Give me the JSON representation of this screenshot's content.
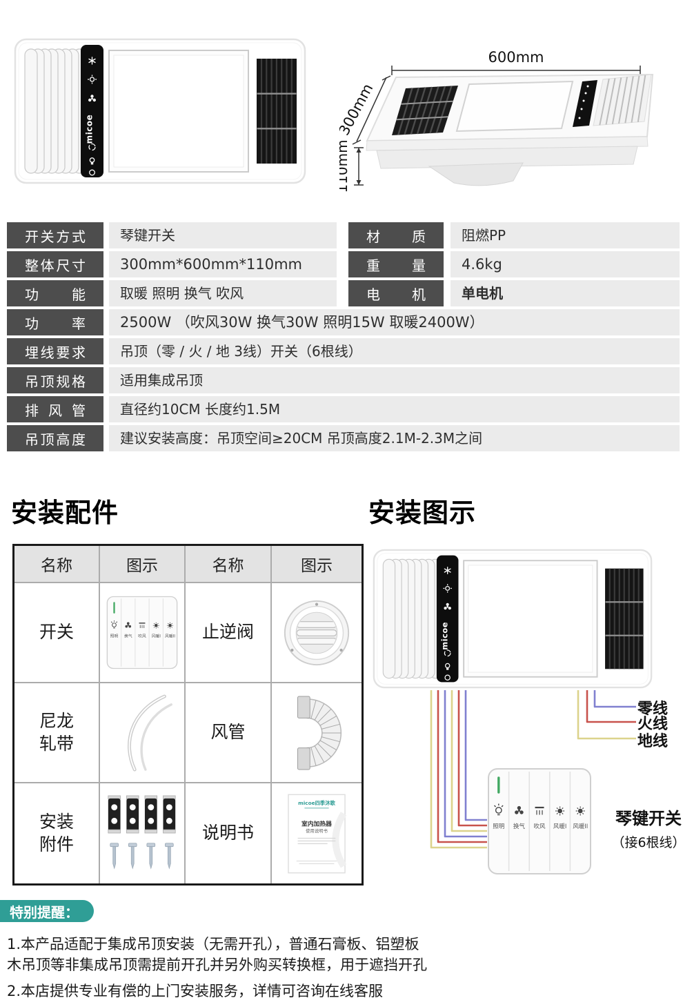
{
  "brand": "micoe",
  "dims": {
    "width": "600mm",
    "depth": "300mm",
    "height": "110mm"
  },
  "spec": {
    "r1l": {
      "label": "开关方式",
      "value": "琴键开关"
    },
    "r1r": {
      "label": "材质",
      "value": "阻燃PP"
    },
    "r2l": {
      "label": "整体尺寸",
      "value": "300mm*600mm*110mm"
    },
    "r2r": {
      "label": "重量",
      "value": "4.6kg"
    },
    "r3l": {
      "label": "功能",
      "value": "取暖 照明 换气 吹风"
    },
    "r3r": {
      "label": "电机",
      "value": "单电机"
    },
    "r4": {
      "label": "功率",
      "value": "2500W （吹风30W 换气30W 照明15W 取暖2400W）"
    },
    "r5": {
      "label": "埋线要求",
      "value": "吊顶（零 / 火 / 地 3线）开关（6根线）"
    },
    "r6": {
      "label": "吊顶规格",
      "value": "适用集成吊顶"
    },
    "r7": {
      "label": "排风管",
      "value": "直径约10CM 长度约1.5M"
    },
    "r8": {
      "label": "吊顶高度",
      "value": "建议安装高度：吊顶空间≥20CM 吊顶高度2.1M-2.3M之间"
    }
  },
  "accessories": {
    "title": "安装配件",
    "headers": [
      "名称",
      "图示",
      "名称",
      "图示"
    ],
    "rows": [
      {
        "name_a": "开关",
        "name_b": "止逆阀"
      },
      {
        "name_a": "尼龙轧带",
        "name_b": "风管"
      },
      {
        "name_a": "安装附件",
        "name_b": "说明书"
      }
    ],
    "manual": {
      "brand": "micoe四季沐歌",
      "title": "室内加热器",
      "subtitle": "使用说明书"
    }
  },
  "switch": {
    "keys": [
      {
        "label": "照明",
        "icon": "bulb-icon"
      },
      {
        "label": "换气",
        "icon": "fan-icon"
      },
      {
        "label": "吹风",
        "icon": "blower-icon"
      },
      {
        "label": "风暖I",
        "icon": "sun-icon"
      },
      {
        "label": "风暖II",
        "icon": "sun-icon"
      }
    ]
  },
  "install": {
    "title": "安装图示",
    "wires": [
      {
        "label": "零线",
        "color": "#8080d0"
      },
      {
        "label": "火线",
        "color": "#c8524c"
      },
      {
        "label": "地线",
        "color": "#dcd38c"
      }
    ],
    "caption1": "琴键开关",
    "caption2": "（接6根线）"
  },
  "notes": {
    "badge": "特别提醒：",
    "n1a": "1.本产品适配于集成吊顶安装（无需开孔），普通石膏板、铝塑板",
    "n1b": "木吊顶等非集成吊顶需提前开孔并另外购买转换框，用于遮挡开孔",
    "n2": "2.本店提供专业有偿的上门安装服务，详情可咨询在线客服"
  },
  "colors": {
    "accent": "#2f9e96",
    "spec_label_bg": "#4d4d4d",
    "spec_value_bg": "#ebebeb"
  }
}
